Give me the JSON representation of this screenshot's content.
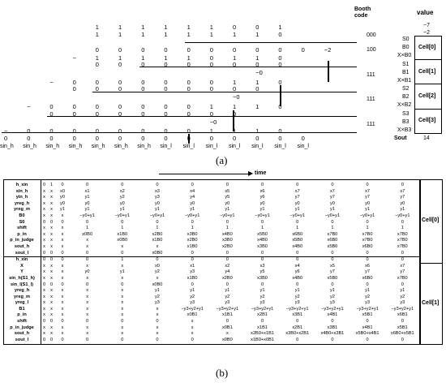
{
  "figure_a": {
    "booth_code_label": "Booth code",
    "value_label": "value",
    "caption": "(a)",
    "rows": [
      {
        "cells": [
          "1",
          "1",
          "1",
          "1",
          "1",
          "1",
          "0",
          "0",
          "1"
        ],
        "start": 4
      },
      {
        "cells": [
          "1",
          "1",
          "1",
          "1",
          "1",
          "1",
          "1",
          "1",
          "0"
        ],
        "start": 4
      },
      {
        "cells": [
          "0",
          "0",
          "0",
          "0",
          "0",
          "0",
          "0",
          "0",
          "0",
          "0",
          "−2"
        ],
        "start": 4
      },
      {
        "cells": [
          "−",
          "1",
          "1",
          "1",
          "1",
          "1",
          "0",
          "1",
          "1",
          "0"
        ],
        "start": 3
      },
      {
        "cells": [
          "0",
          "0",
          "0",
          "0",
          "0",
          "0",
          "0",
          "0",
          "0"
        ],
        "start": 4
      },
      {
        "cells": [
          "−0"
        ],
        "start": 11
      },
      {
        "cells": [
          "−",
          "0",
          "0",
          "0",
          "0",
          "0",
          "0",
          "0",
          "1",
          "1",
          "0"
        ],
        "start": 2
      },
      {
        "cells": [
          "0",
          "0",
          "0",
          "0",
          "0",
          "0",
          "0",
          "0",
          "0"
        ],
        "start": 3
      },
      {
        "cells": [
          "−0"
        ],
        "start": 10
      },
      {
        "cells": [
          "−",
          "0",
          "0",
          "0",
          "0",
          "0",
          "0",
          "0",
          "1",
          "1",
          "1",
          "0"
        ],
        "start": 1
      },
      {
        "cells": [
          "0",
          "0",
          "0",
          "0",
          "0",
          "0",
          "0",
          "0",
          "0"
        ],
        "start": 2
      },
      {
        "cells": [
          "−0"
        ],
        "start": 9
      },
      {
        "cells": [
          "−",
          "0",
          "0",
          "0",
          "0",
          "0",
          "0",
          "0",
          "0",
          "1",
          "1",
          "1",
          "0"
        ],
        "start": 0
      },
      {
        "cells": [
          "0",
          "0",
          "0",
          "0",
          "0",
          "0",
          "0",
          "0",
          "0",
          "0",
          "0",
          "0",
          "0",
          "0"
        ],
        "start": 0
      }
    ],
    "sin_labels": [
      "sin_h",
      "sin_h",
      "sin_h",
      "sin_h",
      "sin_h",
      "sin_h",
      "sin_h",
      "sin_l",
      "sin_l",
      "sin_l",
      "sin_l",
      "sin_l",
      "sin_l",
      "sin_l"
    ],
    "codes": [
      "000",
      "100",
      "111",
      "111",
      "111"
    ],
    "s_labels": [
      "S0",
      "B0",
      "X×B0",
      "S1",
      "B1",
      "X×B1",
      "S2",
      "B2",
      "X×B2",
      "S3",
      "B3",
      "X×B3"
    ],
    "sout_label": "Sout",
    "values": [
      "−7",
      "−2",
      "14"
    ],
    "cells": [
      "Cell[0]",
      "Cell[1]",
      "Cell[2]",
      "Cell[3]"
    ]
  },
  "figure_b": {
    "time_label": "time",
    "caption": "(b)",
    "cell0_label": "Cell[0]",
    "cell1_label": "Cell[1]",
    "rows": [
      [
        "h_xin",
        "0",
        "1",
        "0",
        "0",
        "0",
        "0",
        "0",
        "0",
        "0",
        "0",
        "0",
        "0",
        "0",
        "0"
      ],
      [
        "xin_h",
        "x",
        "x",
        "x0",
        "x1",
        "x2",
        "x3",
        "x4",
        "x5",
        "x6",
        "x7",
        "x7",
        "x7",
        "x7",
        "x7"
      ],
      [
        "yin_h",
        "x",
        "x",
        "y0",
        "y1",
        "y2",
        "y3",
        "y4",
        "y5",
        "y6",
        "y7",
        "y7",
        "y7",
        "y7",
        "y7"
      ],
      [
        "yreg_h",
        "x",
        "x",
        "y0",
        "y0",
        "y0",
        "y0",
        "y0",
        "y0",
        "y0",
        "y0",
        "y0",
        "y0",
        "y0",
        "y0"
      ],
      [
        "yreg_m",
        "x",
        "x",
        "y1",
        "y1",
        "y1",
        "y1",
        "y1",
        "y1",
        "y1",
        "y1",
        "y1",
        "y1",
        "y1",
        "y1"
      ],
      [
        "B0",
        "x",
        "x",
        "x",
        "−y0+y1",
        "−y0+y1",
        "−y0+y1",
        "−y0+y1",
        "−y0+y1",
        "−y0+y1",
        "−y0+y1",
        "−y0+y1",
        "−y0+y1",
        "−y0+y1",
        "−y0+y1"
      ],
      [
        "S0",
        "0",
        "0",
        "0",
        "0",
        "0",
        "0",
        "0",
        "0",
        "0",
        "0",
        "0",
        "0",
        "0",
        "0"
      ],
      [
        "shift",
        "x",
        "x",
        "x",
        "1",
        "1",
        "1",
        "1",
        "1",
        "1",
        "1",
        "1",
        "1",
        "1",
        "1"
      ],
      [
        "p_in",
        "x",
        "x",
        "x",
        "x0B0",
        "x1B0",
        "x2B0",
        "x3B0",
        "x4B0",
        "x5B0",
        "x6B0",
        "x7B0",
        "x7B0",
        "x7B0",
        "x7B0"
      ],
      [
        "p_in_judge",
        "x",
        "x",
        "x",
        "x",
        "x0B0",
        "x1B0",
        "x2B0",
        "x3B0",
        "x4B0",
        "x5B0",
        "x6B0",
        "x7B0",
        "x7B0",
        "x7B0"
      ],
      [
        "sout_h",
        "x",
        "x",
        "x",
        "x",
        "x",
        "x",
        "x1B0",
        "x2B0",
        "x3B0",
        "x4B0",
        "x5B0",
        "x6B0",
        "x7B0",
        "x7B0"
      ],
      [
        "sout_l",
        "0",
        "0",
        "0",
        "0",
        "0",
        "x0B0",
        "0",
        "0",
        "0",
        "0",
        "0",
        "0",
        "0",
        "0"
      ],
      [
        "h_xin",
        "0",
        "0",
        "0",
        "0",
        "1",
        "0",
        "0",
        "0",
        "0",
        "0",
        "0",
        "0",
        "0",
        "0"
      ],
      [
        "X",
        "x",
        "x",
        "x",
        "x",
        "x",
        "x0",
        "x1",
        "x2",
        "x3",
        "x4",
        "x5",
        "x6",
        "x7",
        "x7"
      ],
      [
        "Y",
        "x",
        "x",
        "x",
        "y0",
        "y1",
        "y2",
        "y3",
        "y4",
        "y5",
        "y6",
        "y7",
        "y7",
        "y7",
        "y7"
      ],
      [
        "sin_h(S1_h)",
        "x",
        "x",
        "x",
        "x",
        "x",
        "x",
        "x1B0",
        "x2B0",
        "x3B0",
        "x4B0",
        "x5B0",
        "x6B0",
        "x7B0",
        "x7B0"
      ],
      [
        "sin_l(S1_l)",
        "0",
        "0",
        "0",
        "0",
        "0",
        "x0B0",
        "0",
        "0",
        "0",
        "0",
        "0",
        "0",
        "0",
        "0"
      ],
      [
        "yreg_h",
        "x",
        "x",
        "x",
        "x",
        "x",
        "y1",
        "y1",
        "y1",
        "y1",
        "y1",
        "y1",
        "y1",
        "y1",
        "y1"
      ],
      [
        "yreg_m",
        "x",
        "x",
        "x",
        "x",
        "x",
        "y2",
        "y2",
        "y2",
        "y2",
        "y2",
        "y2",
        "y2",
        "y2",
        "y2"
      ],
      [
        "yreg_l",
        "x",
        "x",
        "x",
        "x",
        "x",
        "y3",
        "y3",
        "y3",
        "y3",
        "y3",
        "y3",
        "y3",
        "y3",
        "y3"
      ],
      [
        "B1",
        "x",
        "x",
        "x",
        "x",
        "x",
        "x",
        "−y3+y2+y1",
        "−y3+y2+y1",
        "−y3+y2+y1",
        "−y3+y2+y1",
        "−y3+y2+y1",
        "−y3+y2+y1",
        "−y3+y2+y1",
        "−y3+y2+y1"
      ],
      [
        "p_in",
        "x",
        "x",
        "x",
        "x",
        "x",
        "x",
        "x0B1",
        "x1B1",
        "x2B1",
        "x3B1",
        "x4B1",
        "x5B1",
        "x6B1",
        "x7B1"
      ],
      [
        "shift",
        "0",
        "0",
        "0",
        "0",
        "0",
        "0",
        "x",
        "0",
        "0",
        "0",
        "0",
        "0",
        "0",
        "0"
      ],
      [
        "p_in_judge",
        "x",
        "x",
        "x",
        "x",
        "x",
        "x",
        "x",
        "x0B1",
        "x1B1",
        "x2B1",
        "x3B1",
        "x4B1",
        "x5B1",
        "x6B1"
      ],
      [
        "sout_h",
        "x",
        "x",
        "x",
        "x",
        "x",
        "x",
        "x",
        "x",
        "x2B0+x1B1",
        "x3B0+x2B1",
        "x4B0+x3B1",
        "x5B0+x4B1",
        "x6B0+x5B1",
        "x7B0+x6B1"
      ],
      [
        "sout_l",
        "0",
        "0",
        "0",
        "0",
        "0",
        "0",
        "0",
        "x0B0",
        "x1B0+x0B1",
        "0",
        "0",
        "0",
        "0",
        "0"
      ]
    ]
  }
}
